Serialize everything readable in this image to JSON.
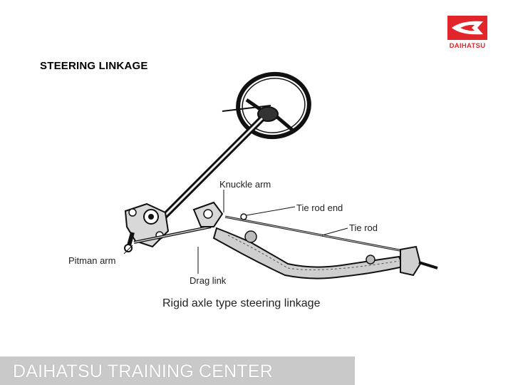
{
  "slide": {
    "title": "STEERING LINKAGE"
  },
  "logo": {
    "brand_text": "DAIHATSU",
    "brand_color": "#e2242b"
  },
  "diagram": {
    "labels": {
      "knuckle_arm": "Knuckle arm",
      "tie_rod_end": "Tie rod end",
      "tie_rod": "Tie rod",
      "pitman_arm": "Pitman arm",
      "drag_link": "Drag link"
    },
    "caption": "Rigid axle type steering linkage"
  },
  "footer": {
    "text": "DAIHATSU TRAINING CENTER",
    "bar_color": "#c9c9c9"
  }
}
